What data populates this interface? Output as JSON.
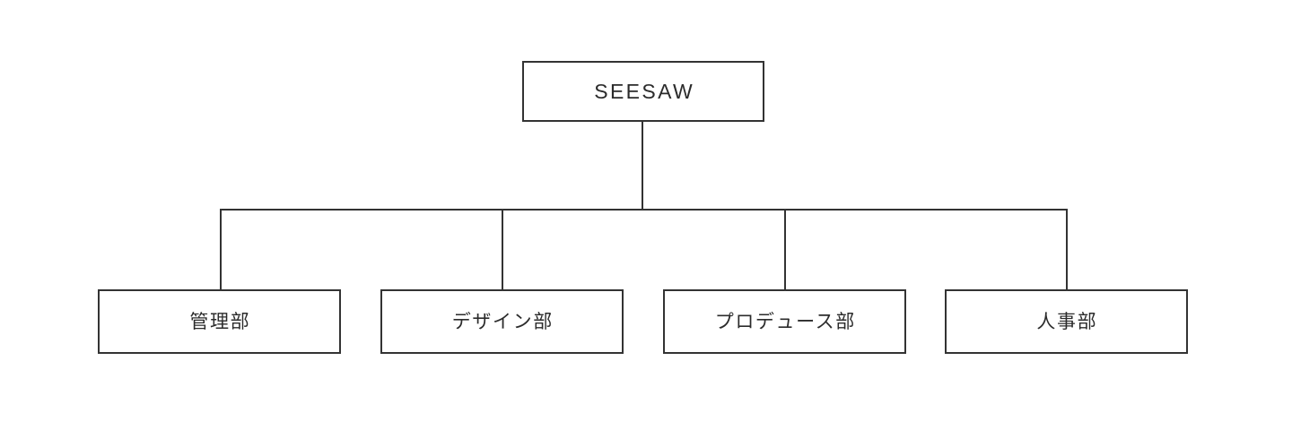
{
  "diagram": {
    "type": "org-chart",
    "background_color": "#ffffff",
    "stroke_color": "#333333",
    "text_color": "#2b2b2b",
    "root": {
      "label": "SEESAW"
    },
    "children": [
      {
        "label": "管理部"
      },
      {
        "label": "デザイン部"
      },
      {
        "label": "プロデュース部"
      },
      {
        "label": "人事部"
      }
    ]
  }
}
